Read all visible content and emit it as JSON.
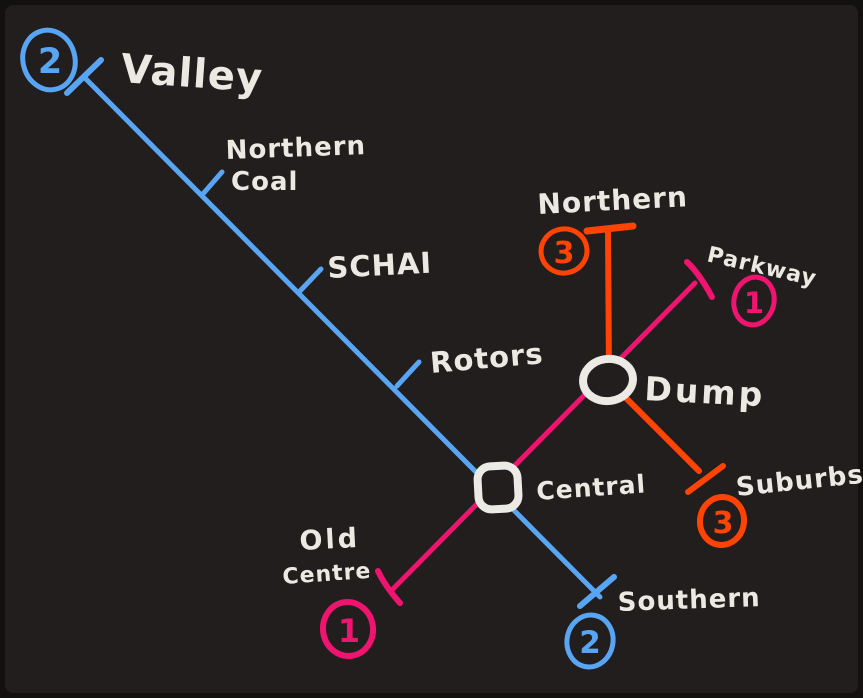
{
  "palette": {
    "background": "#221e1d",
    "edge": "#131010",
    "ink": "#ece9e3"
  },
  "lines": {
    "blue": {
      "number": "2",
      "color": "#58a5f3",
      "termini": [
        "Valley",
        "Southern"
      ]
    },
    "pink": {
      "number": "1",
      "color": "#ef146f",
      "termini": [
        "Parkway",
        "Old Centre"
      ]
    },
    "orange": {
      "number": "3",
      "color": "#fe4404",
      "termini": [
        "Northern",
        "Suburbs"
      ]
    }
  },
  "stations": {
    "valley": {
      "label": "Valley"
    },
    "northern_coal": {
      "label": "Northern Coal",
      "line1": "Northern",
      "line2": "Coal"
    },
    "schai": {
      "label": "SCHAI"
    },
    "rotors": {
      "label": "Rotors"
    },
    "central": {
      "label": "Central"
    },
    "dump": {
      "label": "Dump"
    },
    "northern": {
      "label": "Northern"
    },
    "parkway": {
      "label": "Parkway"
    },
    "suburbs": {
      "label": "Suburbs"
    },
    "southern": {
      "label": "Southern"
    },
    "old_centre": {
      "label": "Old Centre",
      "line1": "Old",
      "line2": "Centre"
    }
  },
  "network": {
    "type": "hand-drawn-transit-sketch",
    "lines": [
      {
        "number": "2",
        "color": "#58a5f3",
        "stations": [
          "Valley",
          "Northern Coal",
          "SCHAI",
          "Rotors",
          "Central",
          "Southern"
        ]
      },
      {
        "number": "1",
        "color": "#ef146f",
        "stations": [
          "Parkway",
          "Dump",
          "Central",
          "Old Centre"
        ]
      },
      {
        "number": "3",
        "color": "#fe4404",
        "stations": [
          "Northern",
          "Dump",
          "Suburbs"
        ]
      }
    ],
    "interchanges": [
      "Central",
      "Dump"
    ]
  }
}
